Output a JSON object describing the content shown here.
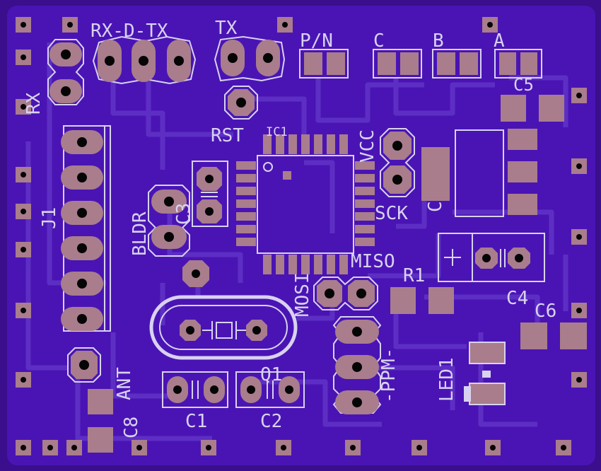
{
  "colors": {
    "board": "#4a14b4",
    "board_edge": "#3a0e8c",
    "trace": "#5d2ec4",
    "pad": "#a97d8c",
    "silk": "#d8d2f0",
    "hole": "#050505"
  },
  "labels": {
    "rx_d_tx": "RX-D-TX",
    "tx": "TX",
    "pn": "P/N",
    "c": "C",
    "b": "B",
    "a": "A",
    "c5": "C5",
    "rx": "RX",
    "rst": "RST",
    "ic1": "IC1",
    "vcc": "VCC",
    "j1": "J1",
    "bldr": "BLDR",
    "sck": "SCK",
    "miso": "MISO",
    "mosi": "MOSI",
    "r1": "R1",
    "c4": "C4",
    "c6": "C6",
    "ant": "ANT",
    "ppm": "-PPM-",
    "led1": "LED1",
    "q1": "Q1",
    "c1": "C1",
    "c2": "C2",
    "c8": "C8",
    "c3": "C3",
    "c7": "C"
  }
}
